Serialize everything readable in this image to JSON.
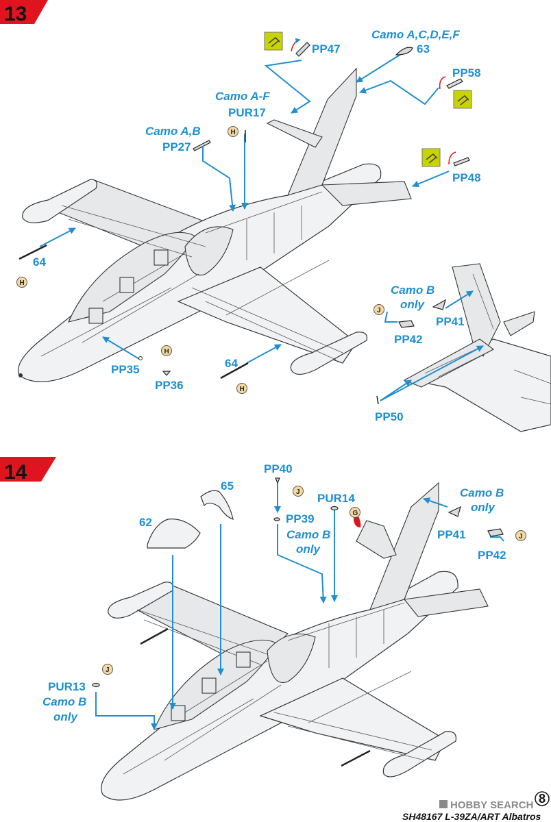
{
  "steps": [
    {
      "number": "13",
      "labels": {
        "camo_acdef": "Camo A,C,D,E,F",
        "part_63": "63",
        "pp47": "PP47",
        "pp58": "PP58",
        "camo_af": "Camo A-F",
        "pur17": "PUR17",
        "camo_ab": "Camo A,B",
        "pp27": "PP27",
        "pp48": "PP48",
        "part_64_left": "64",
        "camo_b": "Camo B",
        "only": "only",
        "pp41": "PP41",
        "pp42": "PP42",
        "pp35": "PP35",
        "pp36": "PP36",
        "part_64_right": "64",
        "pp50": "PP50"
      },
      "badges": {
        "b1": "H",
        "b2": "H",
        "b3": "H",
        "b4": "H",
        "b5": "J"
      }
    },
    {
      "number": "14",
      "labels": {
        "part_65": "65",
        "pp40": "PP40",
        "pur14": "PUR14",
        "camo_b": "Camo B",
        "only": "only",
        "part_62": "62",
        "pp39": "PP39",
        "camo_b2": "Camo B",
        "only2": "only",
        "pp41": "PP41",
        "pp42": "PP42",
        "pur13": "PUR13",
        "camo_b3": "Camo B",
        "only3": "only"
      },
      "badges": {
        "b1": "J",
        "b2": "G",
        "b3": "J",
        "b4": "J"
      }
    }
  ],
  "footer": {
    "watermark": "HOBBY SEARCH",
    "page_number": "8",
    "product": "SH48167 L-39ZA/ART Albatros"
  },
  "colors": {
    "accent_blue": "#1f8fd0",
    "step_red": "#e0141e",
    "badge_yellow": "#f4d9a0",
    "symbol_green": "#c8d400"
  }
}
